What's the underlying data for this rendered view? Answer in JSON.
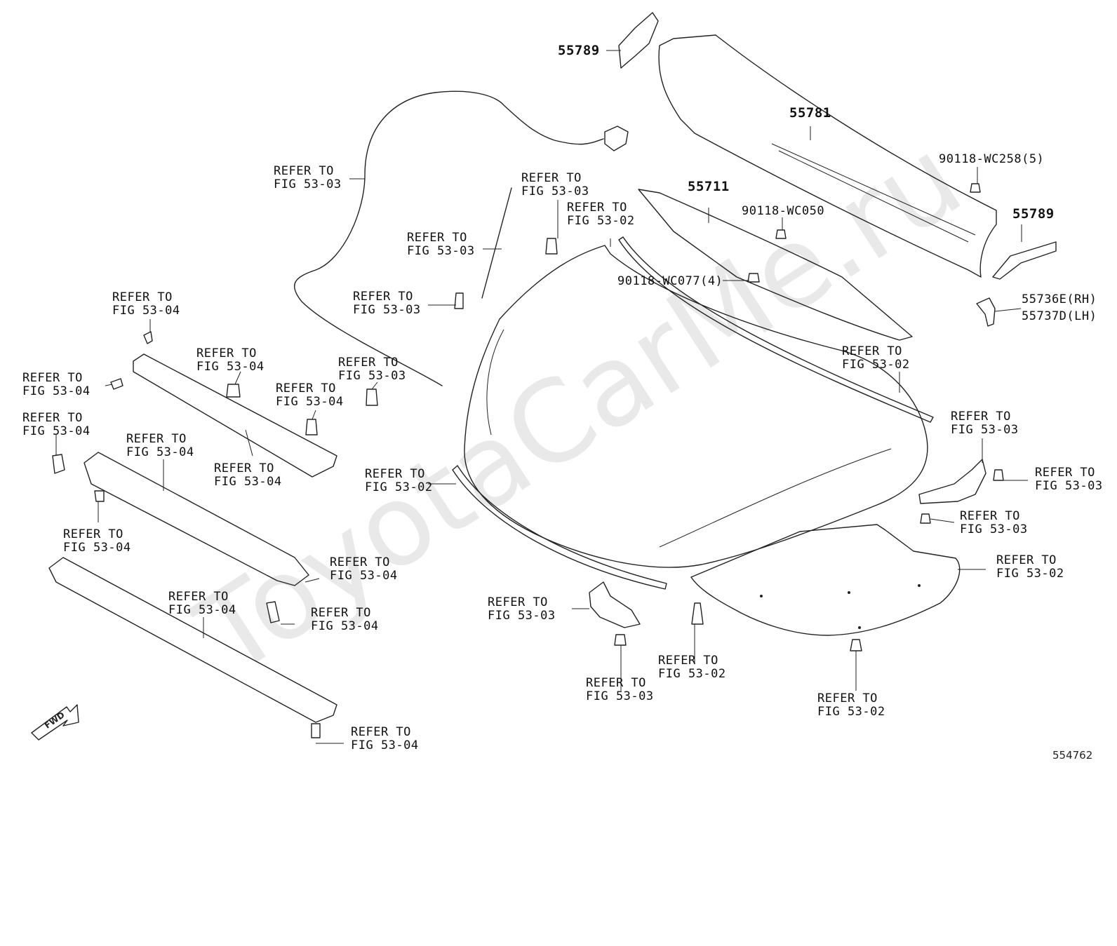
{
  "watermark": "ToyotaCarMe.ru",
  "figure_id": "554762",
  "fwd_label": "FWD",
  "labels": {
    "p55789_top": "55789",
    "p55781": "55781",
    "p90118_wc258": "90118-WC258(5)",
    "p55711": "55711",
    "p90118_wc050": "90118-WC050",
    "p55789_right": "55789",
    "p90118_wc077": "90118-WC077(4)",
    "p55736e": "55736E(RH)",
    "p55737d": "55737D(LH)",
    "ref_cable": "REFER TO\nFIG 53-03",
    "ref_clip_top": "REFER TO\nFIG 53-03",
    "ref_rod": "REFER TO\nFIG 53-03",
    "ref_hood_top": "REFER TO\nFIG 53-02",
    "ref_clip_mid": "REFER TO\nFIG 53-03",
    "ref_clip_lock": "REFER TO\nFIG 53-03",
    "ref_seal_right": "REFER TO\nFIG 53-02",
    "ref_bolt_top": "REFER TO\nFIG 53-04",
    "ref_bolt_left": "REFER TO\nFIG 53-04",
    "ref_grom": "REFER TO\nFIG 53-04",
    "ref_stopper": "REFER TO\nFIG 53-04",
    "ref_clip_left": "REFER TO\nFIG 53-04",
    "ref_brace_mid": "REFER TO\nFIG 53-04",
    "ref_upper_support": "REFER TO\nFIG 53-04",
    "ref_bolt_lower": "REFER TO\nFIG 53-04",
    "ref_lower_support_end": "REFER TO\nFIG 53-04",
    "ref_seal_left": "REFER TO\nFIG 53-02",
    "ref_lower_rail": "REFER TO\nFIG 53-04",
    "ref_clip_lower": "REFER TO\nFIG 53-04",
    "ref_bolt_bottom": "REFER TO\nFIG 53-04",
    "ref_hinge_right_top": "REFER TO\nFIG 53-03",
    "ref_hinge_right_bolt": "REFER TO\nFIG 53-03",
    "ref_hinge_right_bolt2": "REFER TO\nFIG 53-03",
    "ref_insulator": "REFER TO\nFIG 53-02",
    "ref_hinge_left": "REFER TO\nFIG 53-03",
    "ref_hinge_left_bolt": "REFER TO\nFIG 53-03",
    "ref_ins_clip_left": "REFER TO\nFIG 53-02",
    "ref_ins_clip_right": "REFER TO\nFIG 53-02"
  }
}
